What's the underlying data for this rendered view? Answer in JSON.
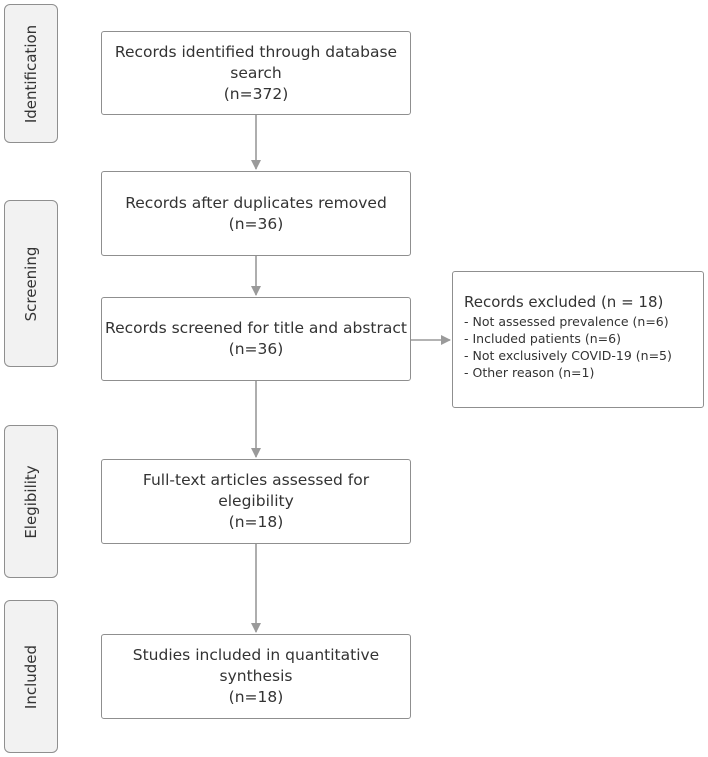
{
  "phases": {
    "identification": "Identification",
    "screening": "Screening",
    "elegibility": "Elegibility",
    "included": "Included"
  },
  "boxes": {
    "identified": {
      "line1": "Records identified through database",
      "line2": "search",
      "line3": "(n=372)"
    },
    "after_duplicates": {
      "line1": "Records after duplicates removed",
      "line2": "(n=36)"
    },
    "screened": {
      "line1": "Records screened for title and abstract",
      "line2": "(n=36)"
    },
    "full_text": {
      "line1": "Full-text articles assessed for",
      "line2": "elegibility",
      "line3": "(n=18)"
    },
    "included": {
      "line1": "Studies included in quantitative",
      "line2": "synthesis",
      "line3": "(n=18)"
    }
  },
  "excluded": {
    "title": "Records excluded (n = 18)",
    "items": [
      "- Not assessed prevalence (n=6)",
      "- Included patients (n=6)",
      "- Not exclusively COVID-19 (n=5)",
      "- Other reason (n=1)"
    ]
  },
  "colors": {
    "border": "#8f8f8f",
    "arrow": "#9a9a9a",
    "phase_fill": "#f2f2f2",
    "text": "#333333"
  }
}
